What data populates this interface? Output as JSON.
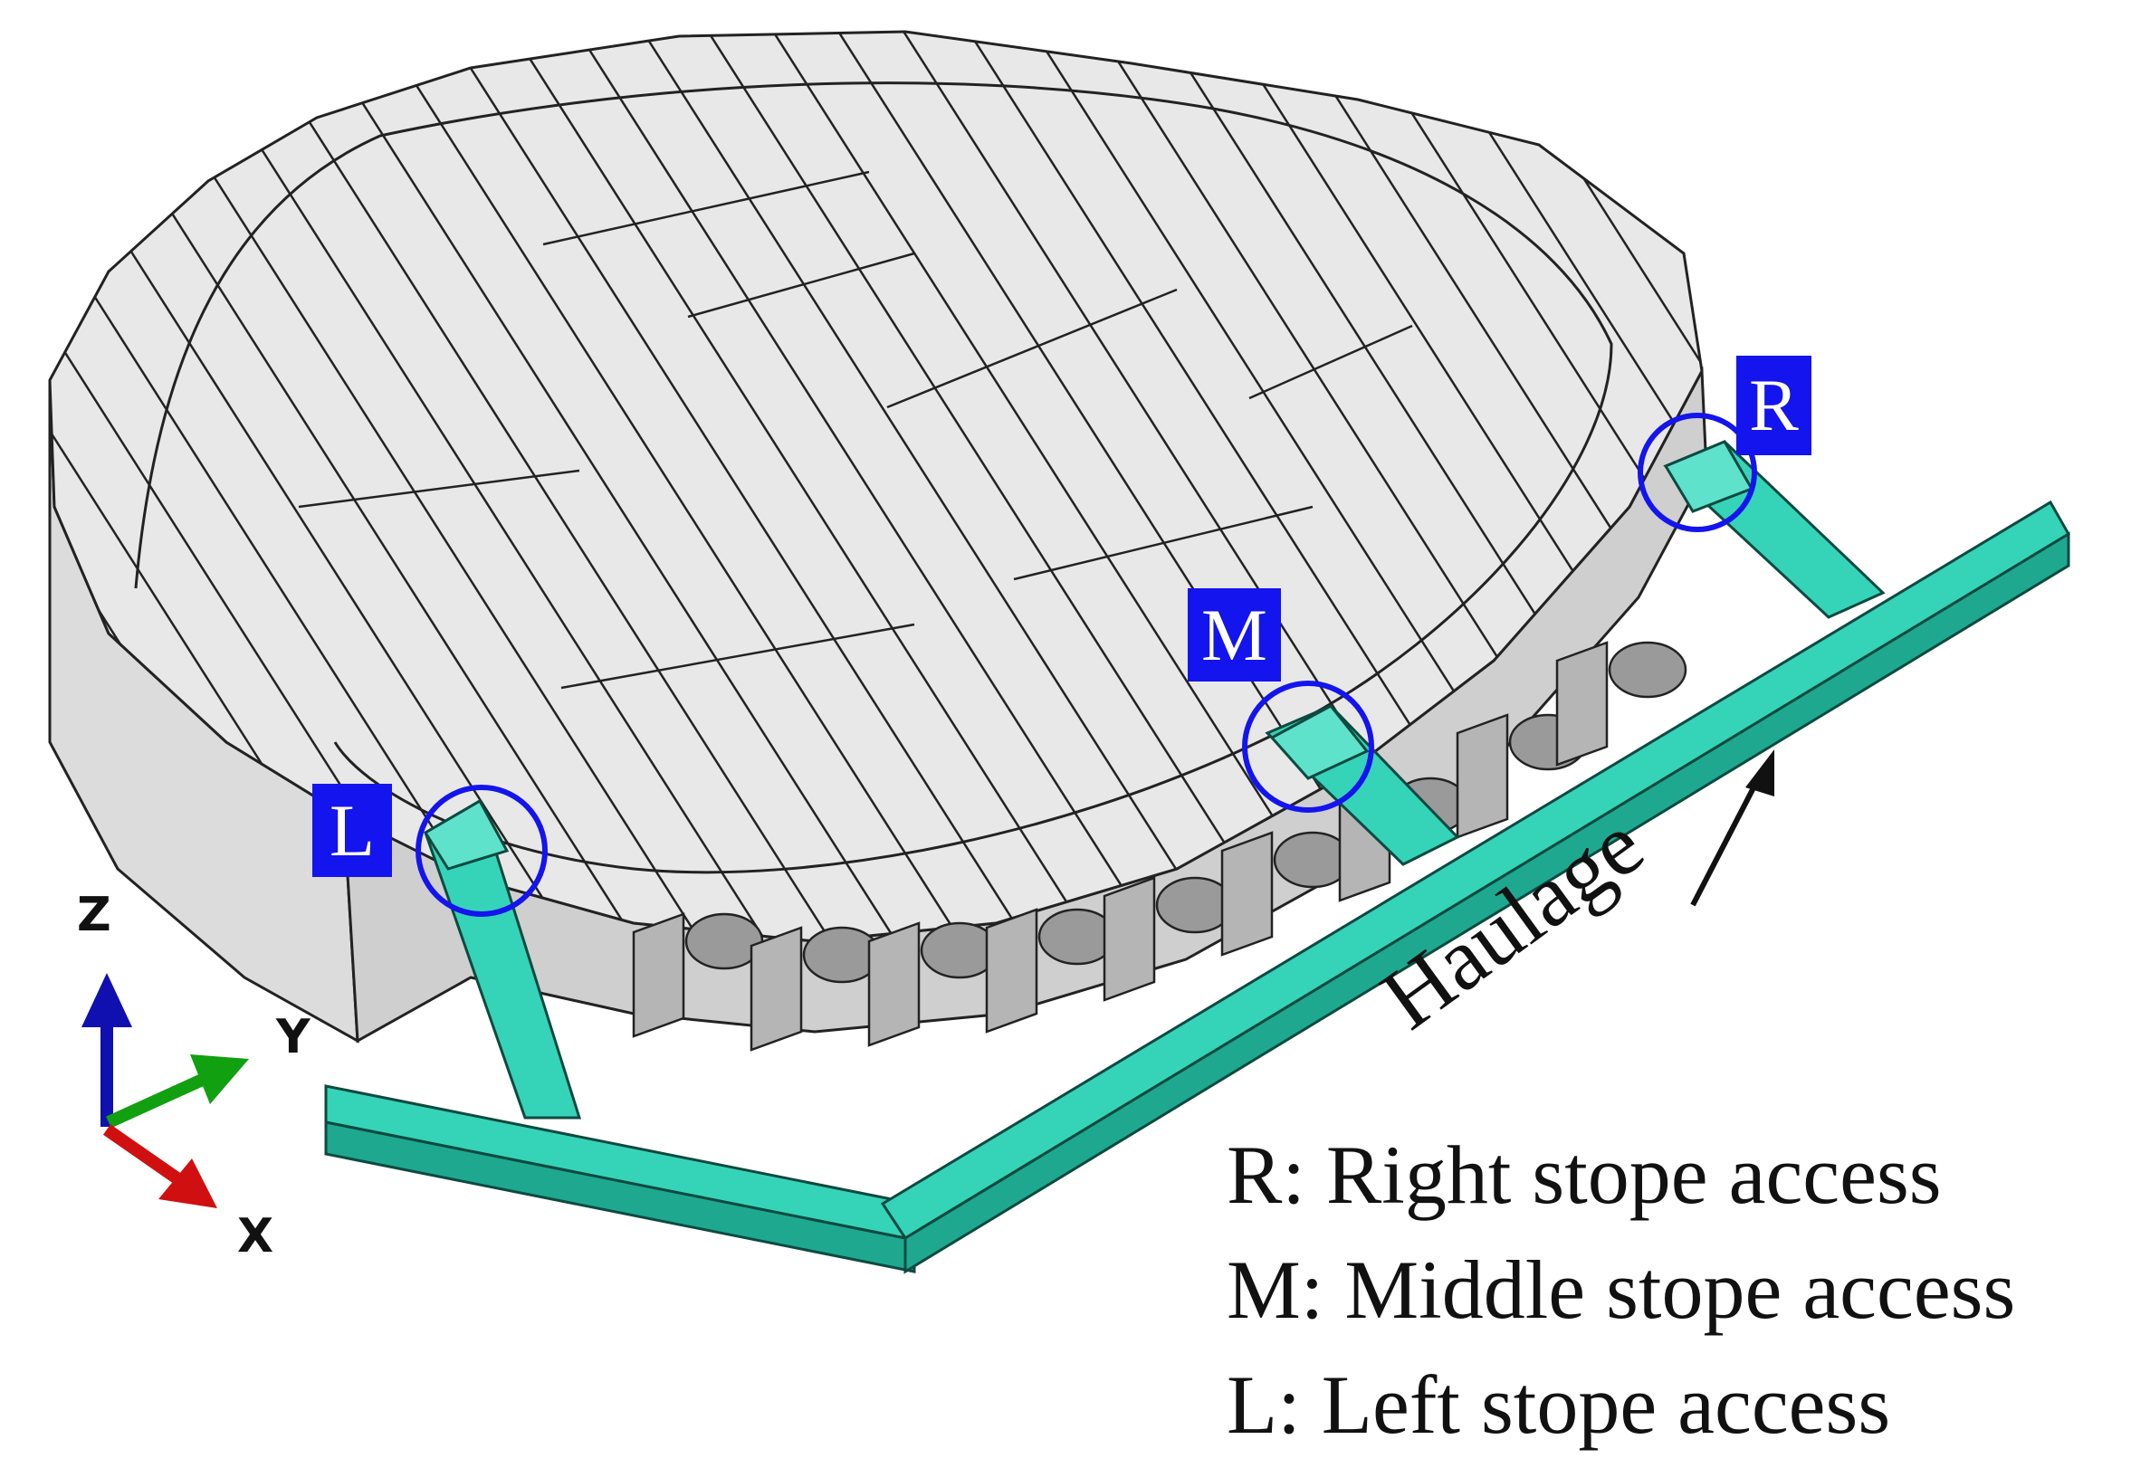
{
  "markers": {
    "right": "R",
    "middle": "M",
    "left": "L"
  },
  "axes": {
    "z": "Z",
    "y": "Y",
    "x": "X"
  },
  "haulage_label": "Haulage",
  "legend": {
    "right": "R: Right stope access",
    "middle": "M: Middle stope access",
    "left": "L: Left stope access"
  },
  "colors": {
    "model_gray": "#e6e6e6",
    "model_side": "#cfcfcf",
    "model_dark": "#a9a9a9",
    "tunnel_teal": "#35d4b8",
    "tunnel_teal_dark": "#1ea890",
    "marker_blue": "#1414ee",
    "axis_z": "#1010b0",
    "axis_y": "#10a010",
    "axis_x": "#d01010"
  }
}
